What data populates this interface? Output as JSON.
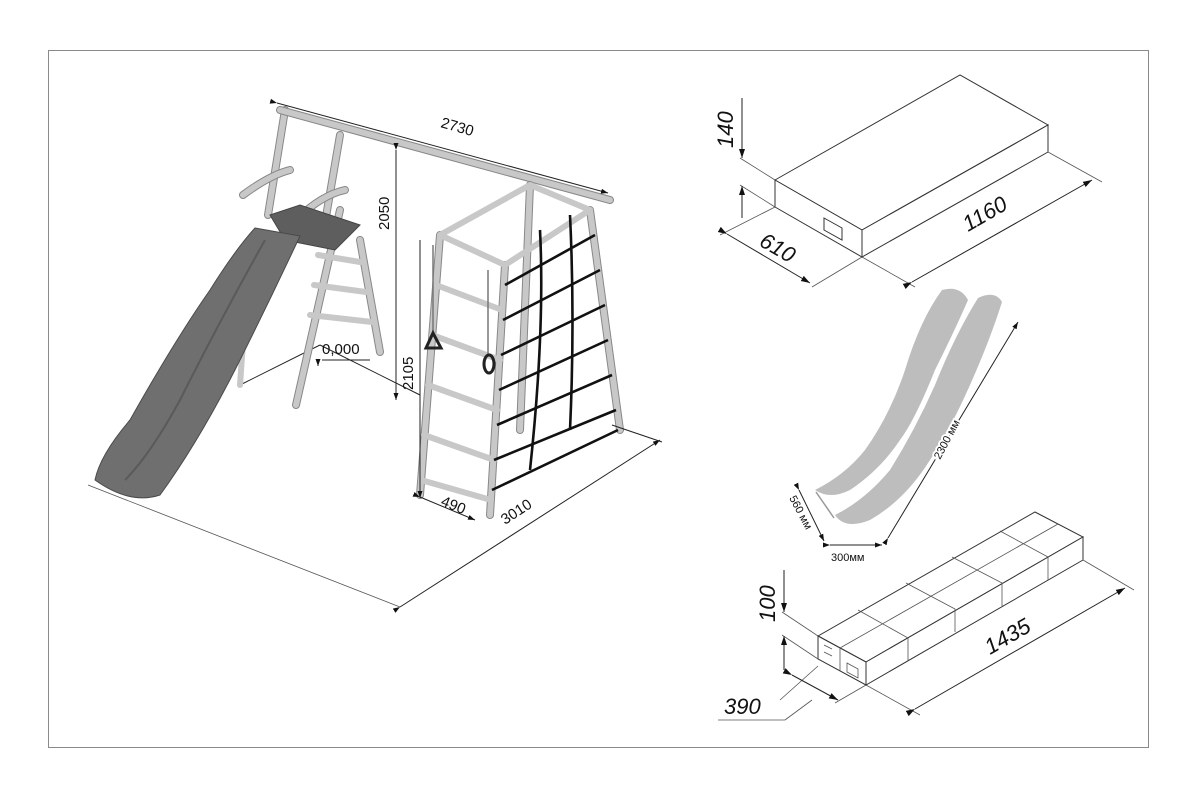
{
  "playset": {
    "dimensions": {
      "top_beam_length": "2730",
      "beam_height": "2050",
      "platform_level": "0,000",
      "total_height": "2105",
      "ladder_width": "490",
      "total_depth": "3010"
    }
  },
  "package_box": {
    "height": "140",
    "width": "610",
    "length": "1160"
  },
  "slide": {
    "length": "2300 мм",
    "height": "560 мм",
    "width": "300мм"
  },
  "long_package": {
    "height": "100",
    "width": "390",
    "length": "1435"
  },
  "colors": {
    "slide_gray": "#6f6f6f",
    "slide_part_gray": "#bdbdbd",
    "pipe_white": "#e4e4e4",
    "net_black": "#111111",
    "frame_border": "#8a8a8a"
  }
}
